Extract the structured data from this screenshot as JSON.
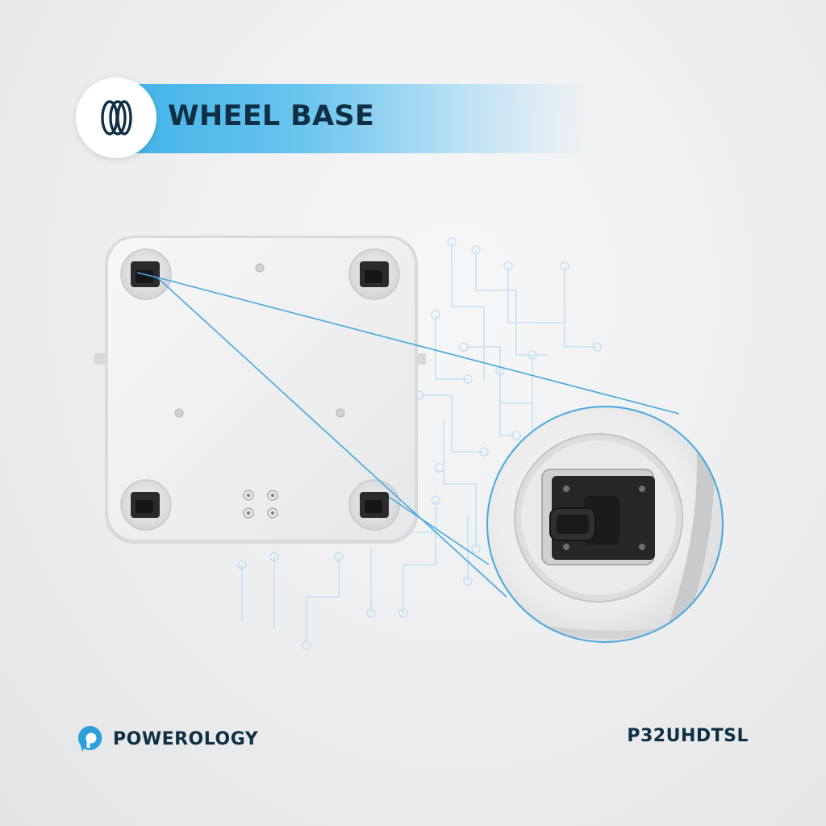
{
  "header": {
    "title": "WHEEL BASE",
    "icon": "wheels-icon",
    "accent_color": "#3fb2e8"
  },
  "footer": {
    "brand_name": "POWEROLOGY",
    "brand_icon": "powerology-logo-icon",
    "model": "P32UHDTSL"
  },
  "colors": {
    "text_dark": "#0f2f45",
    "callout_line": "#45a8df",
    "base_plate": "#f1f1f2"
  }
}
